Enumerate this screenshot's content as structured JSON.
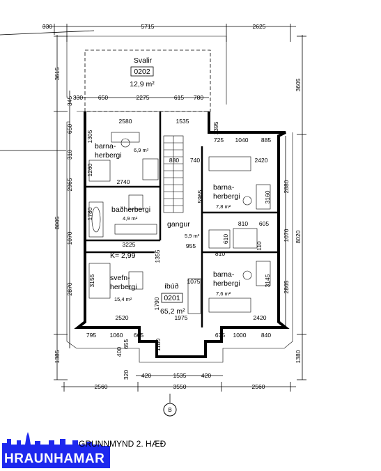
{
  "drawing": {
    "title": "GRUNNMYND 2. HÆÐ",
    "section_marker": "B",
    "logo_text": "HRAUNHAMAR"
  },
  "rooms": {
    "balcony": {
      "name": "Svalir",
      "number": "0202",
      "area": "12,9 m²"
    },
    "kids_room_nw": {
      "name1": "barna-",
      "name2": "herbergi",
      "area": "6,9 m²"
    },
    "bathroom": {
      "name": "baðherbergi",
      "area": "4,9 m²"
    },
    "hallway": {
      "name": "gangur",
      "area": "5,9 m²"
    },
    "bedroom": {
      "name1": "svefn-",
      "name2": "herbergi",
      "area": "15,4 m²"
    },
    "kids_room_ne": {
      "name1": "barna-",
      "name2": "herbergi",
      "area": "7,8 m²"
    },
    "kids_room_se": {
      "name1": "barna-",
      "name2": "herbergi",
      "area": "7,6 m²"
    },
    "apartment": {
      "name": "íbúð",
      "number": "0201",
      "area": "65,2 m²"
    },
    "ceiling_height": "K= 2,99"
  },
  "dimensions": {
    "top": [
      "330",
      "5715",
      "2625"
    ],
    "top_inner": [
      "330",
      "650",
      "2275",
      "615",
      "780"
    ],
    "left": [
      "3615",
      "8005",
      "1385"
    ],
    "left_inner": [
      "345",
      "650",
      "310",
      "2965",
      "1070",
      "2870",
      "655",
      "400",
      "320"
    ],
    "right": [
      "3605",
      "8020",
      "1380"
    ],
    "right_inner": [
      "2880",
      "1070",
      "2865"
    ],
    "bottom": [
      "2560",
      "3550",
      "2560"
    ],
    "bottom_inner": [
      "420",
      "1535",
      "420"
    ],
    "interior": [
      "2580",
      "1535",
      "1395",
      "725",
      "1040",
      "885",
      "1305",
      "1260",
      "880",
      "740",
      "2420",
      "2740",
      "5965",
      "3160",
      "1780",
      "810",
      "605",
      "3225",
      "955",
      "610",
      "110",
      "810",
      "1355",
      "3155",
      "1075",
      "3145",
      "1790",
      "2520",
      "1975",
      "2420",
      "795",
      "1060",
      "665",
      "1180",
      "675",
      "1000",
      "840"
    ]
  }
}
